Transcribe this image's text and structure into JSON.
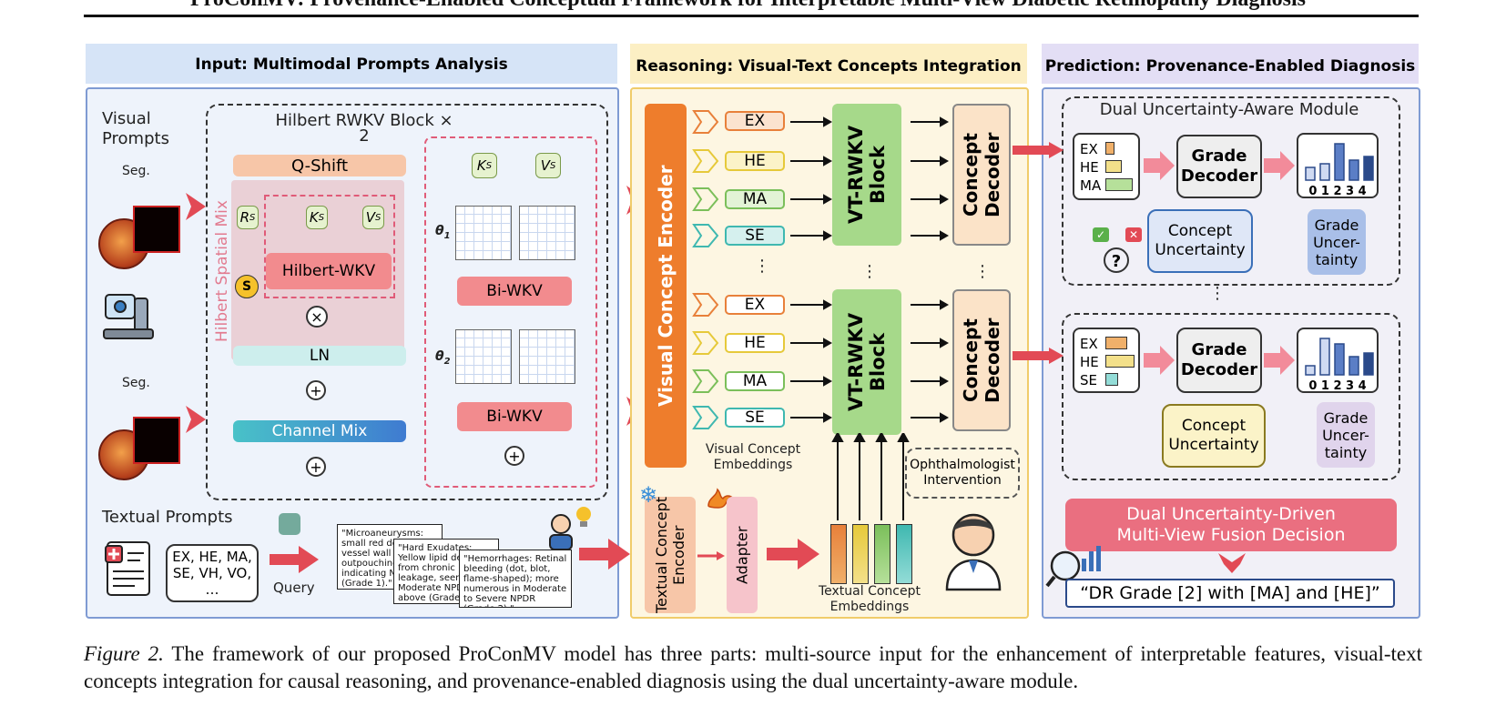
{
  "title": "ProConMV: Provenance-Enabled Conceptual Framework for Interpretable Multi-View Diabetic Retinopathy Diagnosis",
  "panels": {
    "input": "Input: Multimodal Prompts Analysis",
    "reasoning": "Reasoning: Visual-Text Concepts Integration",
    "prediction": "Prediction: Provenance-Enabled Diagnosis"
  },
  "input": {
    "visual_prompts": "Visual\nPrompts",
    "seg": "Seg.",
    "hilbert_block": "Hilbert RWKV Block × 2",
    "q_shift": "Q-Shift",
    "rs": "R",
    "ks": "K",
    "vs": "V",
    "sub_s": "S",
    "s_node": "S",
    "hilbert_wkv": "Hilbert-WKV",
    "ln": "LN",
    "channel_mix": "Channel Mix",
    "spatial_mix": "Hilbert Spatial Mix",
    "theta1": "θ",
    "theta2": "θ",
    "sub_1": "1",
    "sub_2": "2",
    "bi_wkv": "Bi-WKV",
    "textual_prompts": "Textual Prompts",
    "concept_list": "EX, HE, MA,\nSE, VH, VO,\n…",
    "query": "Query",
    "notes": [
      "\"Microaneurysms: small red dots from vessel wall outpouchings, sign, indicating NPDR (Grade 1).\"",
      "\"Hard Exudates: Yellow lipid deposits from chronic leakage, seen in Moderate NPDR or above (Grade 2).\"",
      "\"Hemorrhages: Retinal bleeding (dot, blot, flame-shaped); more numerous in Moderate to Severe NPDR (Grade 2).\""
    ]
  },
  "reasoning": {
    "visual_encoder": "Visual Concept Encoder",
    "tags_top": [
      "EX",
      "HE",
      "MA",
      "SE"
    ],
    "tags_bottom": [
      "EX",
      "HE",
      "MA",
      "SE"
    ],
    "vt_block": "VT-RWKV\nBlock",
    "concept_decoder": "Concept\nDecoder",
    "visual_embeddings": "Visual Concept\nEmbeddings",
    "textual_encoder": "Textual Concept\nEncoder",
    "adapter": "Adapter",
    "textual_embeddings": "Textual Concept\nEmbeddings",
    "ophthalmologist": "Ophthalmologist\nIntervention"
  },
  "prediction": {
    "dual_module": "Dual Uncertainty-Aware Module",
    "bars_top": [
      "EX",
      "HE",
      "MA"
    ],
    "bars_bottom": [
      "EX",
      "HE",
      "SE"
    ],
    "grade_decoder": "Grade\nDecoder",
    "concept_uncertainty": "Concept\nUncertainty",
    "grade_uncertainty": "Grade\nUncer-\ntainty",
    "grade_axis": "0 1 2 3 4",
    "fusion": "Dual Uncertainty-Driven\nMulti-View Fusion Decision",
    "result": "“DR Grade [2] with [MA] and [HE]”"
  },
  "caption": {
    "label": "Figure 2.",
    "text": " The framework of our proposed ProConMV model has three parts: multi-source input for the enhancement of interpretable features, visual-text concepts integration for causal reasoning, and provenance-enabled diagnosis using the dual uncertainty-aware module."
  },
  "colors": {
    "ex": "#e8803a",
    "he": "#e6c93a",
    "ma": "#7bbf5a",
    "se": "#3fb8b0",
    "arrow_red": "#e24a55",
    "vt_green": "#a6d98a",
    "decoder": "#fbe3c8"
  }
}
